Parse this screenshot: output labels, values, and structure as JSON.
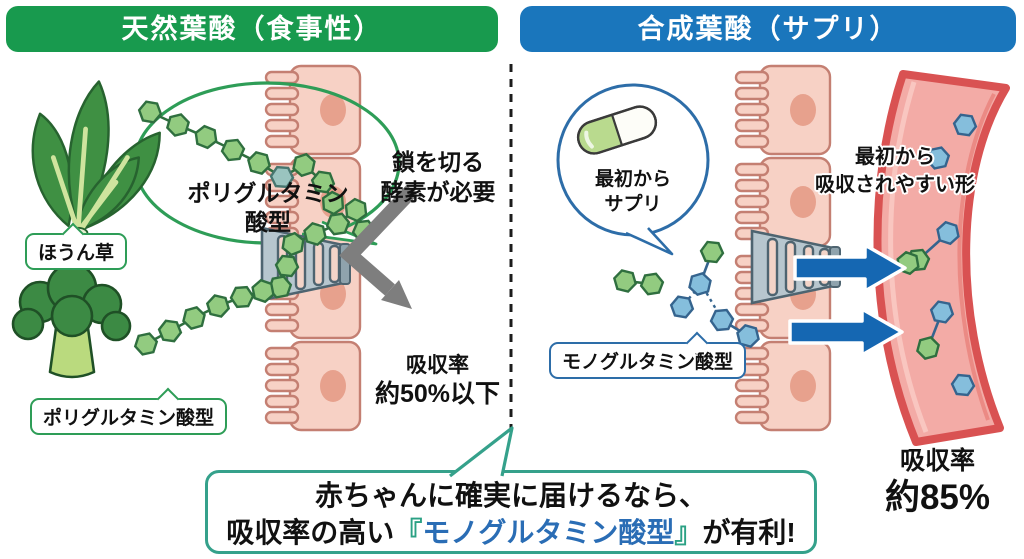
{
  "left_panel": {
    "header": "天然葉酸（食事性）",
    "spinach_label": "ほうん草",
    "chain_bubble": {
      "line1": "ポリグルタミン",
      "line2": "酸型"
    },
    "broccoli_label": "ポリグルタミン酸型",
    "enzyme_note": {
      "line1": "鎖を切る",
      "line2": "酵素が必要"
    },
    "absorption": {
      "line1": "吸収率",
      "line2": "約50%以下"
    }
  },
  "right_panel": {
    "header": "合成葉酸（サプリ）",
    "capsule_bubble": {
      "line1": "最初から",
      "line2": "サプリ"
    },
    "mono_label": "モノグルタミン酸型",
    "absorbable_note": {
      "line1": "最初から",
      "line2": "吸収されやすい形"
    },
    "absorption": {
      "line1": "吸収率",
      "line2": "約85%"
    }
  },
  "conclusion": {
    "line1": "赤ちゃんに確実に届けるなら、",
    "line2_prefix": "吸収率の高い",
    "bracket_open": "『",
    "line2_highlight": "モノグルタミン酸型",
    "bracket_close": "』",
    "line2_suffix": "が有利!"
  },
  "icons": {
    "spinach": "spinach-illustration",
    "broccoli": "broccoli-illustration",
    "capsule": "supplement-capsule-icon",
    "transporter": "intestinal-transporter",
    "blocked_arrow": "deflected-gray-arrow",
    "absorb_arrows": "blue-absorption-arrows"
  },
  "colors": {
    "natural_header_bg": "#189a4e",
    "synthetic_header_bg": "#1a76bc",
    "conclusion_border": "#35a18b",
    "highlight_text": "#2a6db5",
    "bracket_text": "#2ba184",
    "green_hexagon": "#92cb80",
    "blue_hexagon": "#85bedc"
  }
}
